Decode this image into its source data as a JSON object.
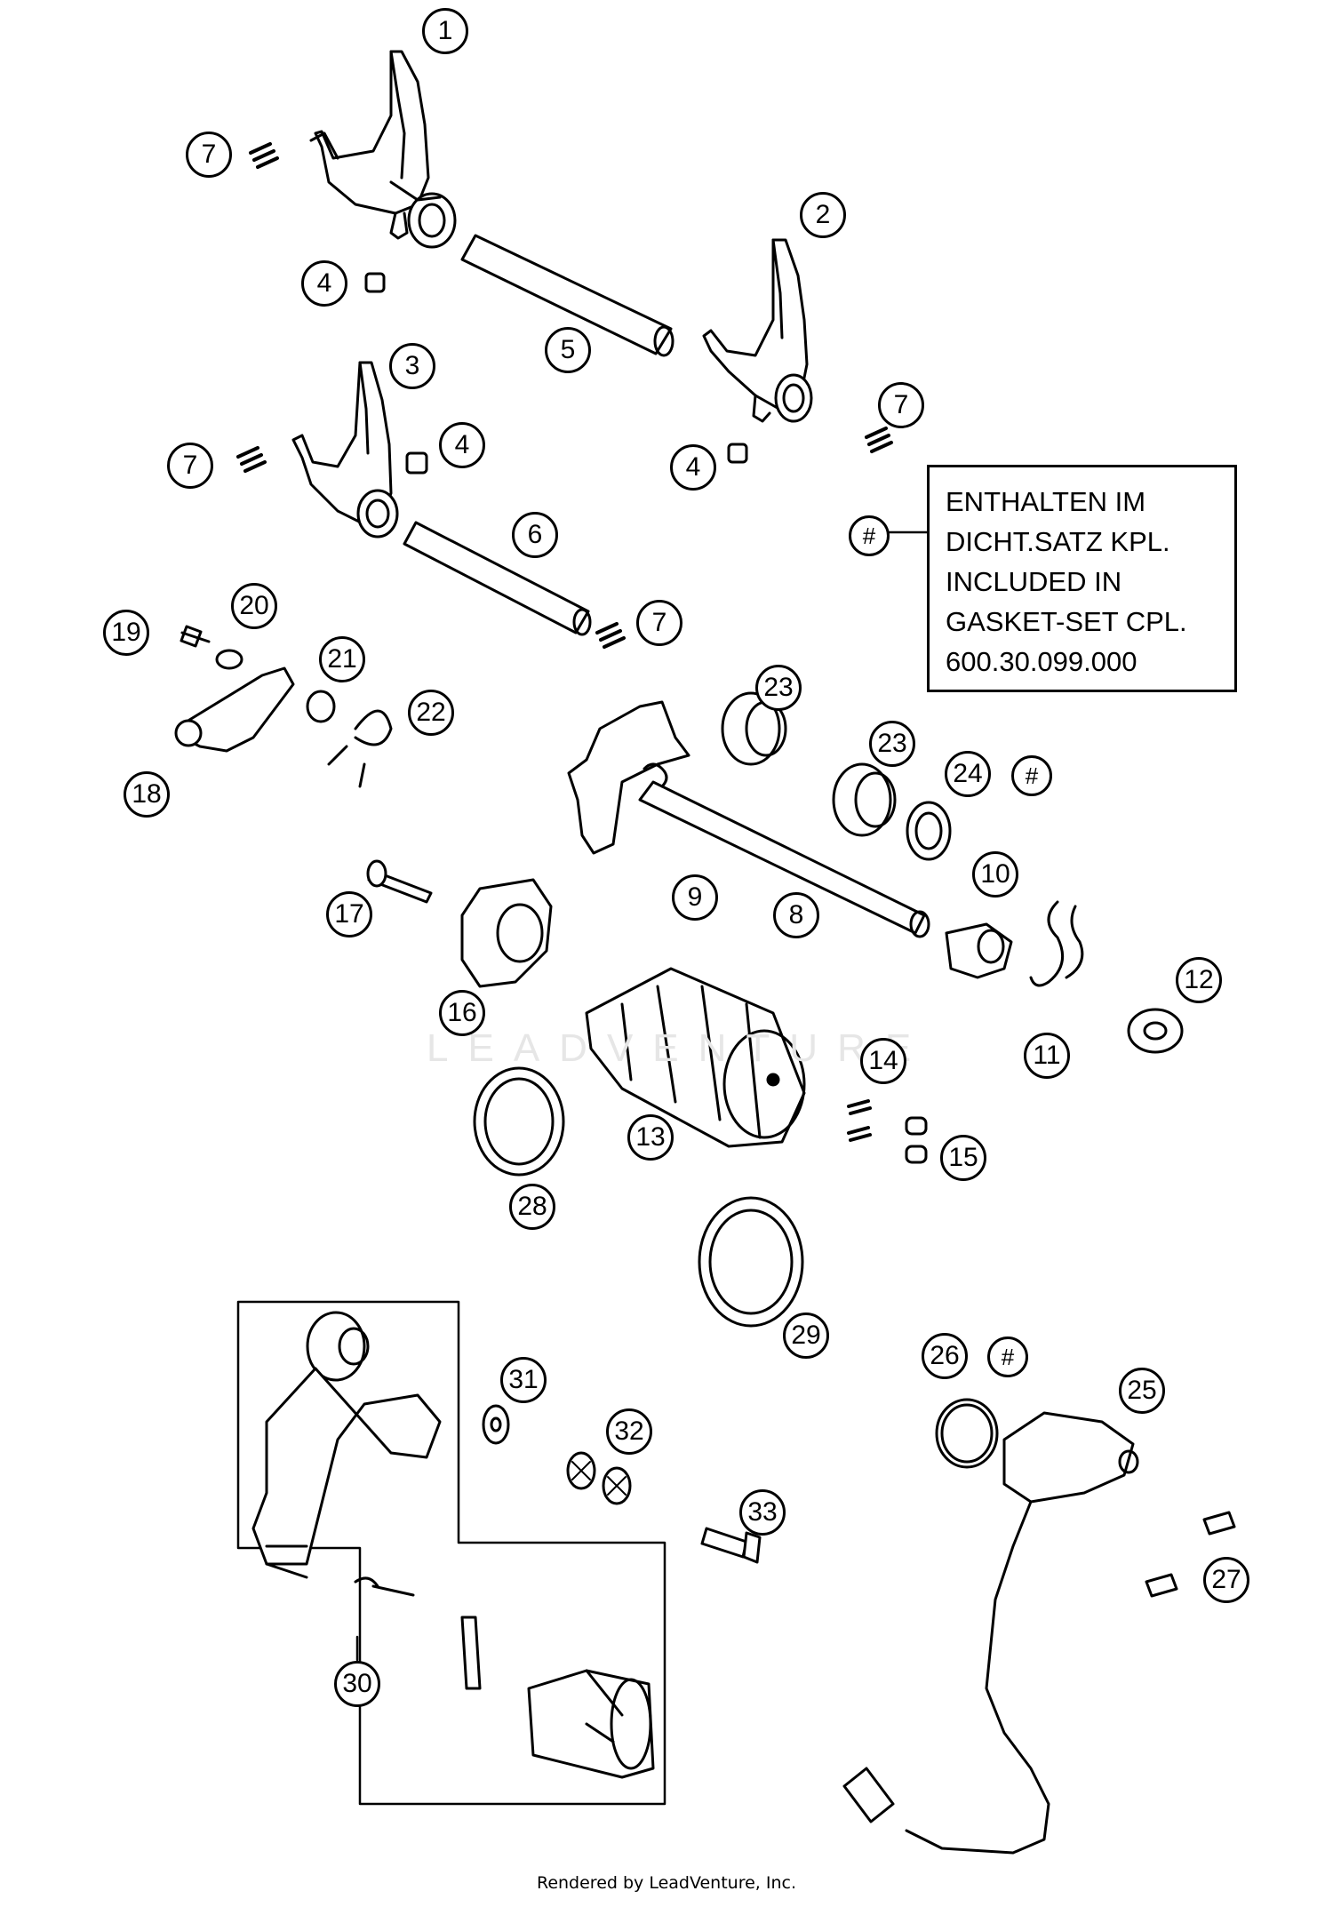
{
  "callouts": [
    "1",
    "2",
    "3",
    "4",
    "5",
    "6",
    "7",
    "8",
    "9",
    "10",
    "11",
    "12",
    "13",
    "14",
    "15",
    "16",
    "17",
    "18",
    "19",
    "20",
    "21",
    "22",
    "23",
    "24",
    "25",
    "26",
    "27",
    "28",
    "29",
    "30",
    "31",
    "32",
    "33",
    "#"
  ],
  "note": {
    "lines": [
      "ENTHALTEN IM",
      "DICHT.SATZ KPL.",
      "INCLUDED IN",
      "GASKET-SET CPL.",
      "600.30.099.000"
    ]
  },
  "watermark": "LEADVENTURE",
  "footer": "Rendered by LeadVenture, Inc."
}
